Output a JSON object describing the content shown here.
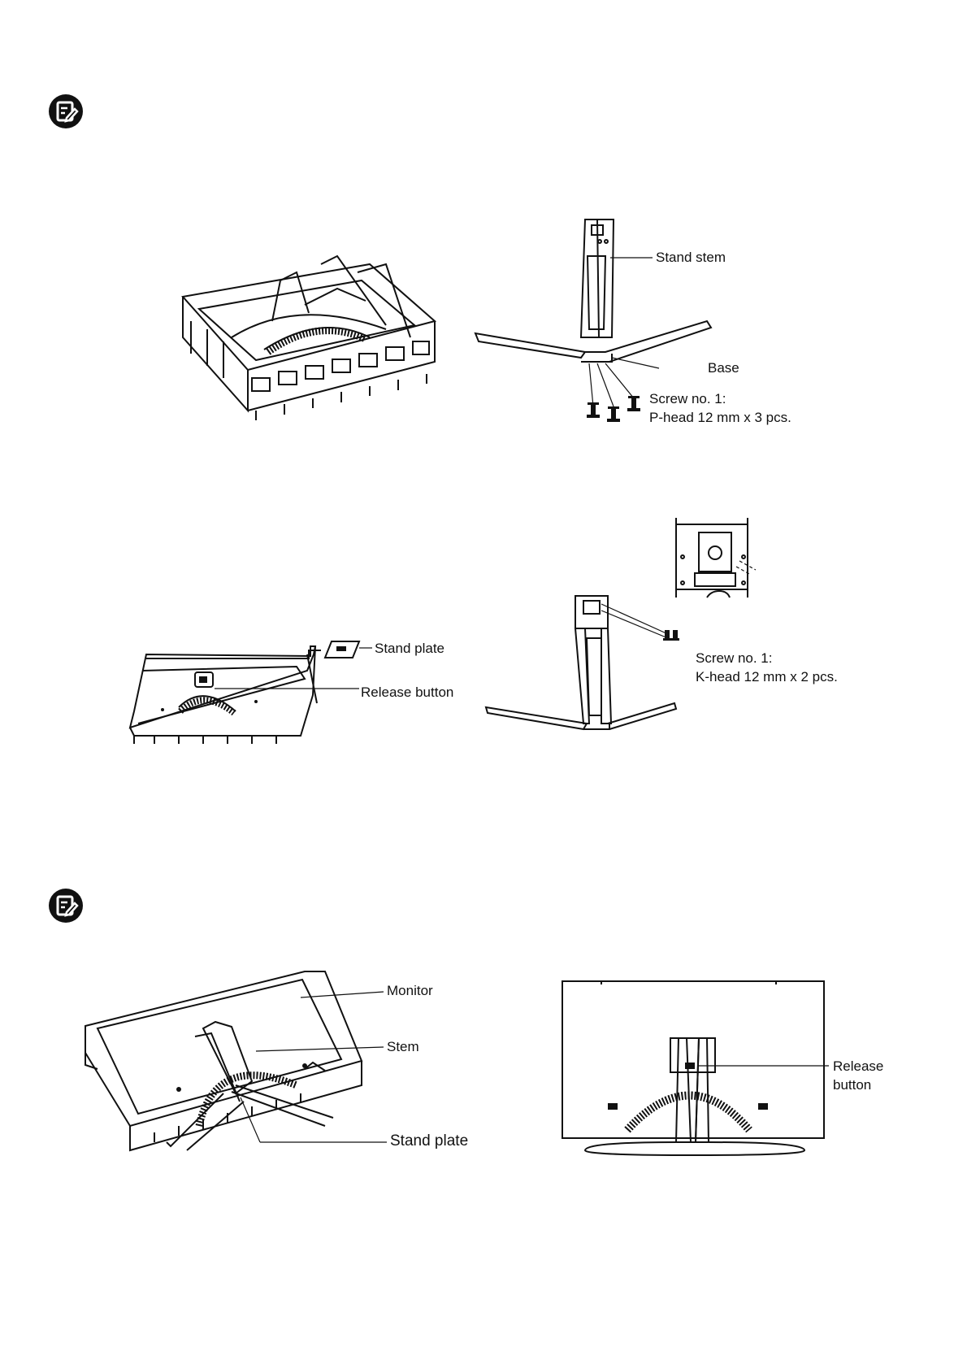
{
  "step1_figure": {
    "right": {
      "stand_stem_label": "Stand stem",
      "base_label": "Base",
      "screw_line1": "Screw no. 1:",
      "screw_line2": "P-head 12 mm x 3 pcs."
    }
  },
  "step2_figure": {
    "left": {
      "stand_plate_label": "Stand plate",
      "release_button_label": "Release button"
    },
    "right": {
      "screw_line1": "Screw no. 1:",
      "screw_line2": "K-head 12 mm x 2 pcs."
    }
  },
  "step3_figure": {
    "left": {
      "monitor_label": "Monitor",
      "stem_label": "Stem",
      "stand_plate_label": "Stand plate"
    },
    "right": {
      "release_line1": "Release",
      "release_line2": "button"
    }
  },
  "icons": [
    "note-icon",
    "note-icon"
  ]
}
